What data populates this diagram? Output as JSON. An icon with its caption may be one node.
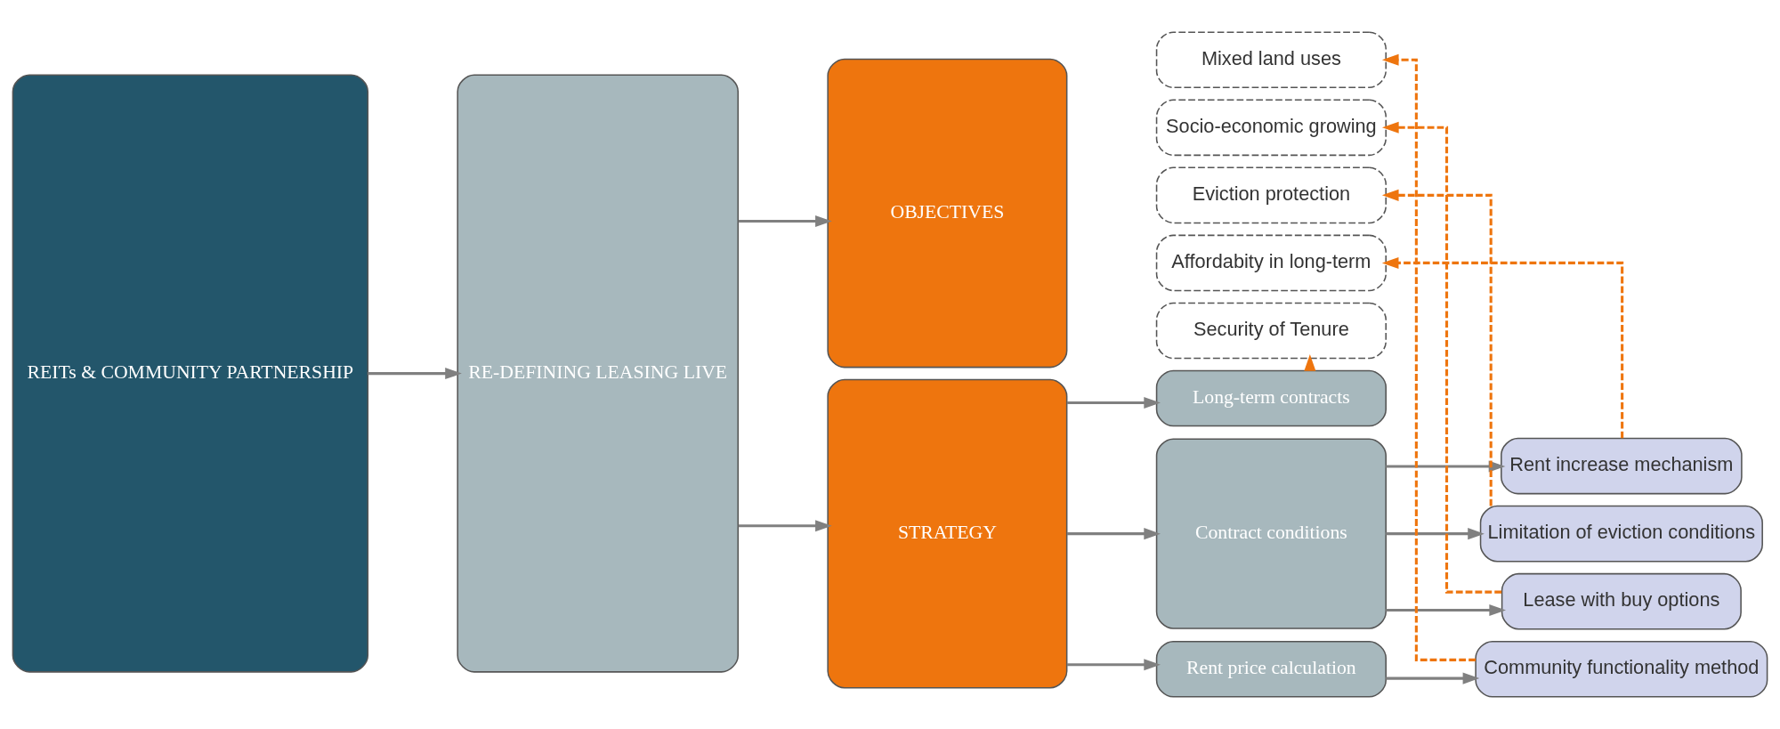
{
  "diagram": {
    "nodes": [
      {
        "text": [
          "REITs & COMMUNITY PARTNERSHIP"
        ]
      },
      {
        "text": [
          "RE-DEFINING LEASING LIVE"
        ]
      },
      {
        "text": [
          "OBJECTIVES"
        ]
      },
      {
        "text": [
          "Mixed land uses"
        ]
      },
      {
        "text": [
          "Socio-economic growing"
        ]
      },
      {
        "text": [
          "Eviction protection"
        ]
      },
      {
        "text": [
          "Affordabity in long-term"
        ]
      },
      {
        "text": [
          "Security of Tenure"
        ]
      },
      {
        "text": [
          "STRATEGY"
        ]
      },
      {
        "text": [
          "Long-term contracts"
        ]
      },
      {
        "text": [
          "Contract conditions"
        ]
      },
      {
        "text": [
          "Rent increase mechanism"
        ]
      },
      {
        "text": [
          "Limitation of eviction conditions"
        ]
      },
      {
        "text": [
          "Lease with buy options"
        ]
      },
      {
        "text": [
          "Rent price calculation"
        ]
      },
      {
        "text": [
          "Community functionality method"
        ]
      }
    ],
    "edges": [
      {
        "from": 0,
        "to": 1,
        "arrow": "to"
      },
      {
        "from": 1,
        "to": 2,
        "arrow": "to"
      },
      {
        "from": 1,
        "to": 8,
        "arrow": "to"
      },
      {
        "from": 8,
        "to": 9,
        "arrow": "to"
      },
      {
        "from": 8,
        "to": 10,
        "arrow": "to"
      },
      {
        "from": 8,
        "to": 14,
        "arrow": "to"
      },
      {
        "from": 10,
        "to": 11,
        "arrow": "to"
      },
      {
        "from": 10,
        "to": 12,
        "arrow": "to"
      },
      {
        "from": 10,
        "to": 13,
        "arrow": "to"
      },
      {
        "from": 14,
        "to": 15,
        "arrow": "to"
      },
      {
        "from": 9,
        "to": 7,
        "arrow": "to",
        "style": "dashed",
        "color": "#ee750e"
      },
      {
        "from": 11,
        "to": 6,
        "arrow": "to",
        "style": "dashed",
        "color": "#ee750e"
      },
      {
        "from": 12,
        "to": 5,
        "arrow": "to",
        "style": "dashed",
        "color": "#ee750e"
      },
      {
        "from": 13,
        "to": 4,
        "arrow": "to",
        "style": "dashed",
        "color": "#ee750e"
      },
      {
        "from": 15,
        "to": 3,
        "arrow": "to",
        "style": "dashed",
        "color": "#ee750e"
      }
    ]
  }
}
